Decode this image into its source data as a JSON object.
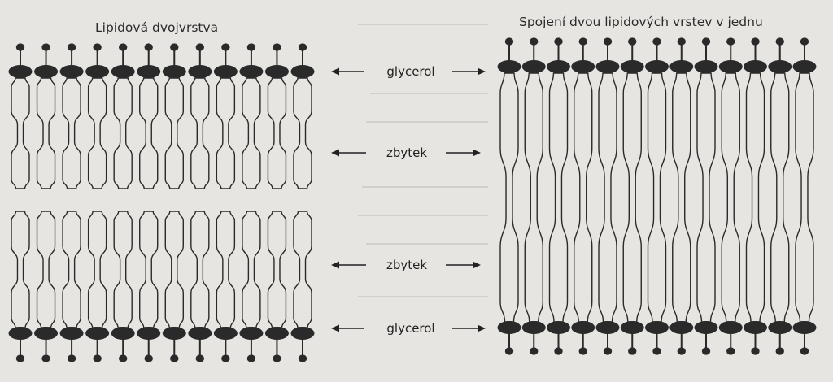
{
  "left_panel": {
    "title": "Lipidová dvojvrstva"
  },
  "right_panel": {
    "title": "Spojení dvou lipidových vrstev v jednu"
  },
  "labels": {
    "top": "glycerol",
    "upper_middle": "zbytek",
    "lower_middle": "zbytek",
    "bottom": "glycerol"
  },
  "structure": {
    "left_lipids_per_layer": 12,
    "right_lipids_per_column": 13
  },
  "colors": {
    "background": "#e6e5e1",
    "ink": "#2a2a2a"
  }
}
